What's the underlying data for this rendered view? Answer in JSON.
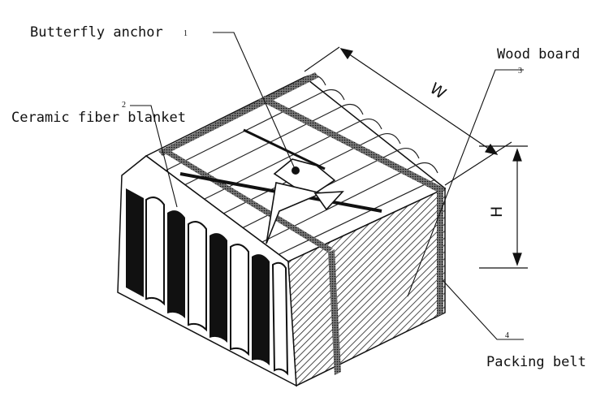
{
  "labels": {
    "butterfly_anchor": "Butterfly anchor",
    "ceramic_fiber_blanket": "Ceramic fiber blanket",
    "wood_board": "Wood board",
    "packing_belt": "Packing belt"
  },
  "callout_numbers": {
    "anchor": "1",
    "blanket": "2",
    "board": "3",
    "belt": "4"
  },
  "dimensions": {
    "width": "W",
    "height": "H"
  },
  "colors": {
    "ink": "#111111",
    "paper": "#ffffff"
  }
}
